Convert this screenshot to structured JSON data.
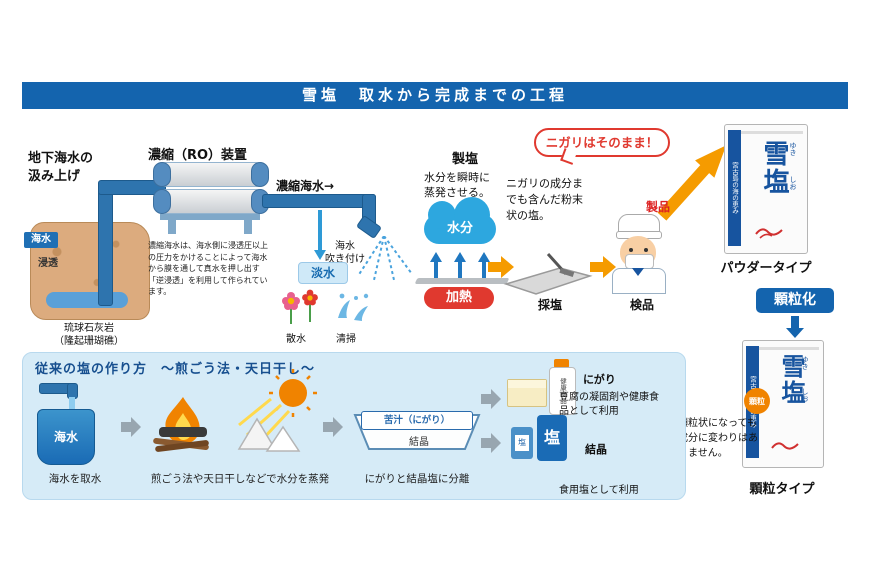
{
  "title": "雪塩　取水から完成までの工程",
  "colors": {
    "header_blue": "#1464ae",
    "accent_orange": "#f59b00",
    "heat_red": "#e0392f",
    "cloud_blue": "#2da7df",
    "package_blue": "#17549f",
    "panel_blue": "#d6ebf7"
  },
  "intake": {
    "title": "地下海水の\n汲み上げ",
    "seawater": "海水",
    "permeation": "浸透",
    "rock": "琉球石灰岩\n（隆起珊瑚礁）"
  },
  "ro": {
    "title": "濃縮（RO）装置",
    "note": "濃縮海水は、海水側に浸透圧以上の圧力をかけることによって海水から膜を通して真水を押し出す「逆浸透」を利用して作られています。",
    "concentrated_seawater": "濃縮海水→",
    "freshwater": "淡水",
    "sprinkling": "散水",
    "cleaning": "清掃",
    "spraying": "海水\n吹き付け"
  },
  "salt_making": {
    "title": "製塩",
    "description": "水分を瞬時に\n蒸発させる。",
    "moisture": "水分",
    "heating": "加熱",
    "bubble": "ニガリはそのまま！",
    "powder_note": "ニガリの成分までも含んだ粉末状の塩。",
    "collect": "採塩",
    "inspect": "検品",
    "product": "製品"
  },
  "packages": {
    "brand": "雪塩",
    "furigana_top": "ゆき",
    "furigana_bottom": "しお",
    "side_text": "宮古島の海の恵み",
    "powder_label": "パウダータイプ",
    "granulation": "顆粒化",
    "granule_badge": "顆粒",
    "granule_label": "顆粒タイプ",
    "granule_note": "顆粒状になっても成分に変わりはありません。"
  },
  "traditional": {
    "title": "従来の塩の作り方　～煎ごう法・天日干し～",
    "seawater": "海水",
    "step1_caption": "海水を取水",
    "step2_caption": "煎ごう法や天日干しなどで水分を蒸発",
    "tray_label": "苦汁（にがり）",
    "tray_crystal": "結晶",
    "step3_caption": "にがりと結晶塩に分離",
    "nigari_label": "にがり",
    "nigari_use": "豆腐の凝固剤や健康食品として利用",
    "health_bottle": "健康食品",
    "salt": "塩",
    "crystal_label": "結晶",
    "crystal_use": "食用塩として利用"
  }
}
